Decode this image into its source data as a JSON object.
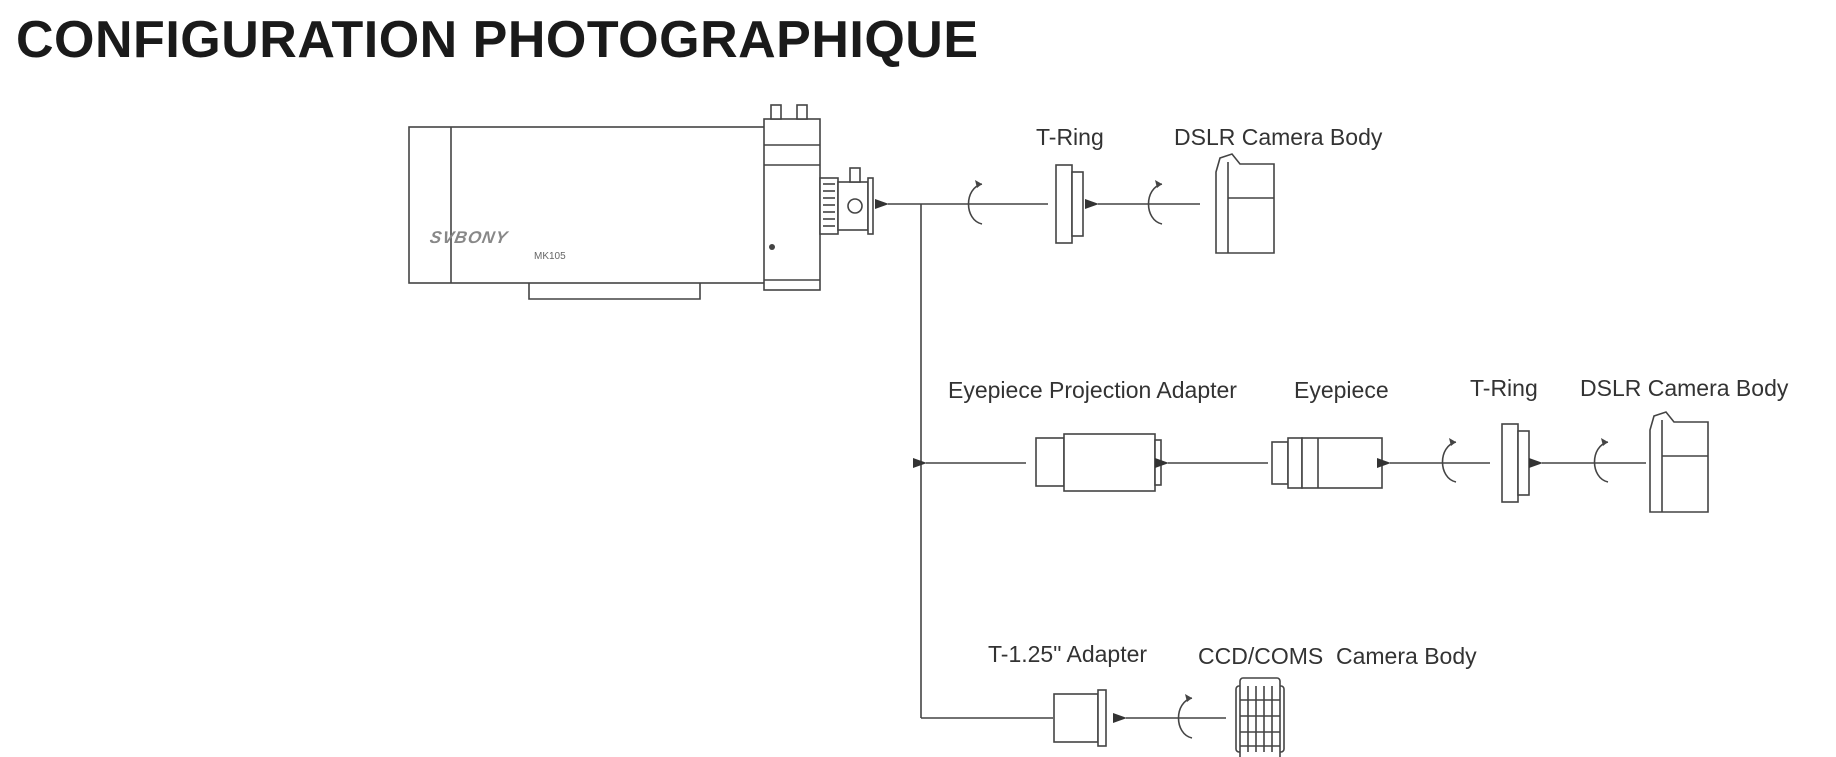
{
  "title": "CONFIGURATION PHOTOGRAPHIQUE",
  "telescope": {
    "brand": "SVBONY",
    "model": "MK105"
  },
  "rows": [
    {
      "labels": {
        "t_ring": "T-Ring",
        "dslr": "DSLR Camera Body"
      }
    },
    {
      "labels": {
        "projection": "Eyepiece Projection Adapter",
        "eyepiece": "Eyepiece",
        "t_ring": "T-Ring",
        "dslr": "DSLR Camera Body"
      }
    },
    {
      "labels": {
        "adapter": "T-1.25\" Adapter",
        "ccd": "CCD/COMS  Camera Body"
      }
    }
  ],
  "colors": {
    "line": "#444444",
    "text": "#333333",
    "title": "#1a1a1a"
  }
}
